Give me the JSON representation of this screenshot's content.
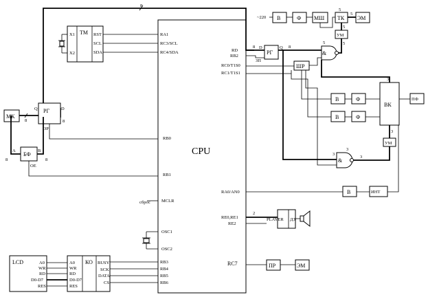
{
  "cpu": {
    "title": "CPU",
    "left_pins": {
      "ra1": "RA1",
      "rc3": "RC3/SCL",
      "rc4": "RC4/SDA",
      "rb0": "RB0",
      "rb1": "RB1",
      "mclr": "MCLR",
      "osc1": "OSC1",
      "osc2": "OSC2",
      "rb3": "RB3",
      "rb4": "RB4",
      "rb5": "RB5",
      "rb6": "RB6"
    },
    "right_pins": {
      "rd": "RD",
      "rb2": "RB2",
      "rc0": "RC0/T1S0",
      "rc1": "RC1/T1S1",
      "ra0": "RA0/AN0",
      "re0": "RE0,RE1",
      "re2": "RE2",
      "rc7": "RC7"
    },
    "reset_label": "сброс"
  },
  "tm": {
    "title": "TM",
    "x1": "X1",
    "x2": "X2",
    "rst": "RST",
    "scl": "SCL",
    "sda": "SDA"
  },
  "mk": {
    "label": "МК"
  },
  "reg_left": {
    "label": "РГ",
    "q": "Q",
    "d": "D",
    "zr": "ЗР"
  },
  "bf": {
    "label": "БФ",
    "a": "A",
    "b": "B",
    "oe": "OE"
  },
  "lcd": {
    "title": "LCD",
    "pins": [
      "A0",
      "WR",
      "RD",
      "D0-D7",
      "RES"
    ]
  },
  "ko": {
    "title": "КО",
    "left_pins": [
      "A0",
      "WR",
      "RD",
      "D0-D7",
      "RES"
    ],
    "right_pins": [
      "BUSY",
      "SCK",
      "DATA",
      "CS"
    ]
  },
  "right_side": {
    "reg": {
      "label": "РГ",
      "d": "D",
      "q": "Q",
      "zp": "ЗП"
    },
    "shr": "ШР",
    "and_top": "&",
    "and_mid": "&",
    "v_top": "В",
    "f_top": "Ф",
    "msh": "МШ",
    "tk": "ТК",
    "em_top": "ЭМ",
    "um_top": "УМ",
    "supply": "~220",
    "v_mid1": "В",
    "f_mid1": "Ф",
    "v_mid2": "В",
    "f_mid2": "Ф",
    "vk": "ВК",
    "pf": "ПФ",
    "um_mid": "УМ",
    "v_adc": "В",
    "int": "ИНТ",
    "player": "PLAYER",
    "dz": "ДЗ",
    "pr": "ПР",
    "em_bot": "ЭМ"
  },
  "bus_widths": {
    "n8": "8",
    "n5": "5",
    "n3": "3",
    "n2": "2"
  }
}
